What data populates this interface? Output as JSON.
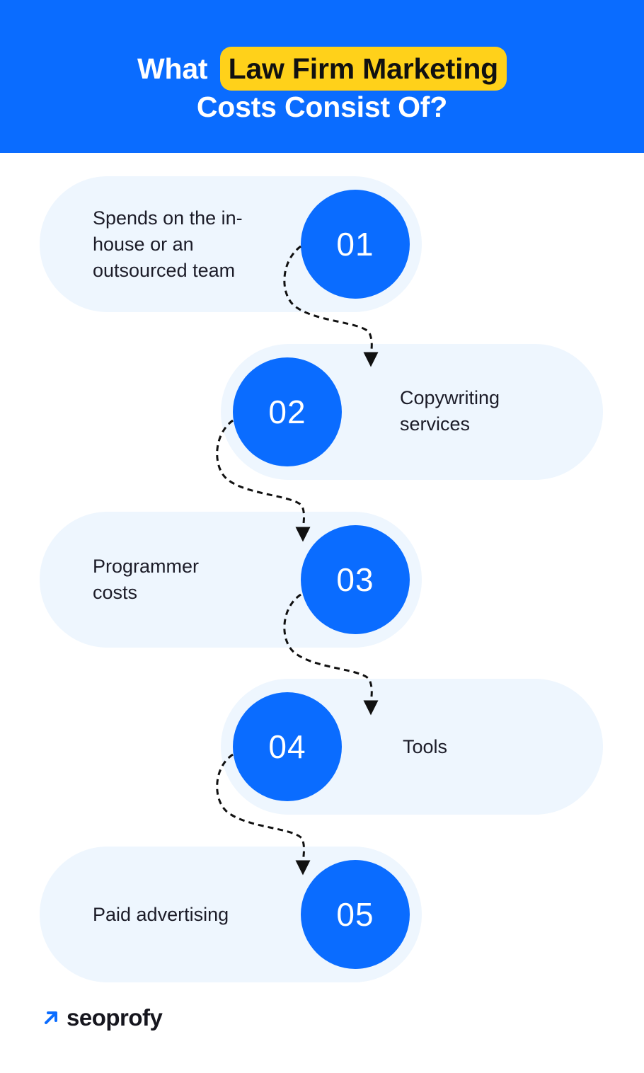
{
  "header": {
    "title_prefix": "What",
    "title_highlight": "Law Firm Marketing",
    "title_line2": "Costs Consist Of?"
  },
  "steps": [
    {
      "number": "01",
      "label": "Spends on the in-\nhouse or an\noutsourced team"
    },
    {
      "number": "02",
      "label": "Copywriting\nservices"
    },
    {
      "number": "03",
      "label": "Programmer\ncosts"
    },
    {
      "number": "04",
      "label": "Tools"
    },
    {
      "number": "05",
      "label": "Paid advertising"
    }
  ],
  "brand": {
    "name": "seoprofy",
    "icon": "arrow-up-right-icon"
  },
  "colors": {
    "primary_blue": "#0a6cff",
    "highlight_yellow": "#ffd11a",
    "pill_bg": "#eef6fe",
    "text_dark": "#1c1c28"
  }
}
